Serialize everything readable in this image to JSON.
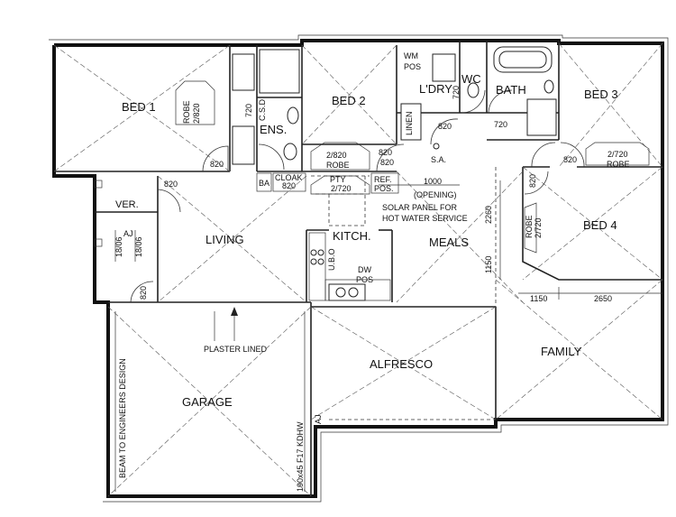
{
  "rooms": {
    "bed1": "BED 1",
    "bed2": "BED 2",
    "bed3": "BED 3",
    "bed4": "BED 4",
    "ens": "ENS.",
    "ldry": "L'DRY",
    "wc": "WC",
    "bath": "BATH",
    "ver": "VER.",
    "living": "LIVING",
    "kitch": "KITCH.",
    "meals": "MEALS",
    "garage": "GARAGE",
    "alfresco": "ALFRESCO",
    "family": "FAMILY"
  },
  "labels": {
    "robe_2820_a": "ROBE",
    "robe_2820_b": "2/820",
    "csd": "C.S.D",
    "sa": "S.A.",
    "wm": "WM",
    "pos": "POS",
    "linen": "LINEN",
    "ba": "BA",
    "cloak": "CLOAK",
    "ref": "REF.",
    "ref_pos": "POS.",
    "pty": "PTY",
    "robe_bed2_a": "2/820",
    "robe_bed2_b": "ROBE",
    "robe_bed3_a": "2/720",
    "robe_bed3_b": "ROBE",
    "robe_bed4_a": "ROBE",
    "robe_bed4_b": "2/720",
    "opening_a": "1000",
    "opening_b": "(OPENING)",
    "solar_a": "SOLAR PANEL FOR",
    "solar_b": "HOT WATER SERVICE",
    "dw_a": "DW",
    "dw_b": "POS",
    "ubo": "U.B.O",
    "aj": "AJ",
    "plaster": "PLASTER LINED",
    "beam": "BEAM TO ENGINEERS DESIGN",
    "kdhw": "190x45 F17 KDHW",
    "aj2": "AJ"
  },
  "dims": {
    "d720_ens": "720",
    "d820_bed1": "820",
    "d820_ldry": "820",
    "d720_wc": "720",
    "d720_bath": "720",
    "d820_cloak": "820",
    "d820_hall": "820",
    "d820_bed3": "820",
    "d820_bed4": "820",
    "d820_ver": "820",
    "d820_garage": "820",
    "d2260": "2260",
    "d1150_v": "1150",
    "d1150_h": "1150",
    "d2650": "2650",
    "d1806_a": "18/06",
    "d1806_b": "18/06",
    "d720_pty": "2/720",
    "d820_bed2": "820"
  }
}
